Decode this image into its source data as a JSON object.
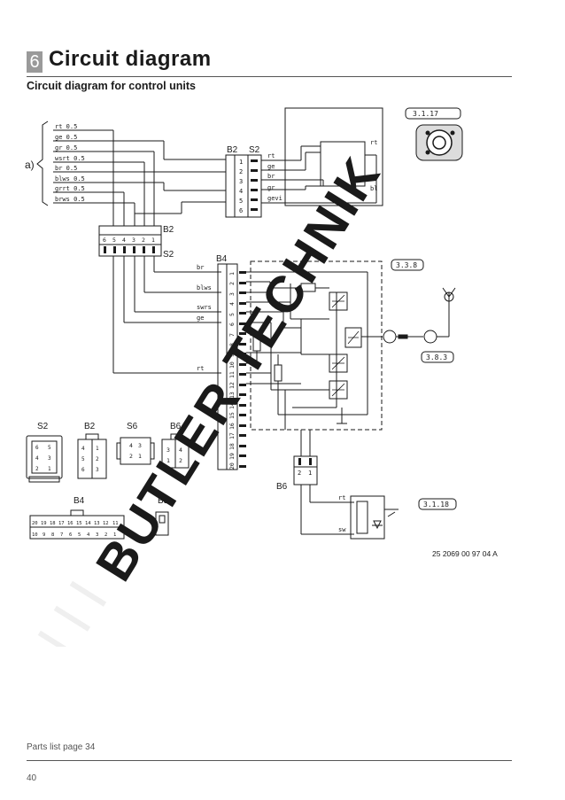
{
  "header": {
    "section_number": "6",
    "title": "Circuit diagram"
  },
  "subtitle": "Circuit diagram for control units",
  "wire_labels": [
    "rt 0.5",
    "ge 0.5",
    "gr 0.5",
    "wsrt 0.5",
    "br 0.5",
    "blws 0.5",
    "grrt 0.5",
    "brws 0.5"
  ],
  "bracket_label": "a)",
  "connectors": {
    "b2": "B2",
    "s2": "S2",
    "b4": "B4",
    "b5": "B5",
    "b6": "B6",
    "s6": "S6"
  },
  "s2_wire_labels": [
    "rt",
    "ge",
    "br",
    "gr",
    "gevi"
  ],
  "pin_digits_desc": [
    "6",
    "5",
    "4",
    "3",
    "2",
    "1"
  ],
  "pin_digits_asc": [
    "1",
    "2",
    "3",
    "4",
    "5",
    "6"
  ],
  "b4_pins": [
    "1",
    "2",
    "3",
    "4",
    "5",
    "6",
    "7",
    "8",
    "9",
    "10",
    "11",
    "12",
    "13",
    "14",
    "15",
    "16",
    "17",
    "18",
    "19",
    "20"
  ],
  "b4_wire_labels": [
    "br",
    "blws",
    "swrs",
    "ge",
    "rt"
  ],
  "b6_pins": [
    "2",
    "1"
  ],
  "b6_wire_labels": [
    "rt",
    "sw"
  ],
  "component_labels": [
    "rt",
    "bl"
  ],
  "refs": [
    "3.1.17",
    "3.3.8",
    "3.8.3",
    "3.1.18"
  ],
  "watermark": "BUTLER TECHNIK",
  "b4_grid_top": [
    "20",
    "19",
    "18",
    "17",
    "16",
    "15",
    "14",
    "13",
    "12",
    "11"
  ],
  "b4_grid_bottom": [
    "10",
    "9",
    "8",
    "7",
    "6",
    "5",
    "4",
    "3",
    "2",
    "1"
  ],
  "s6_digits": [
    "4",
    "3",
    "2",
    "1"
  ],
  "drawing_code": "25 2069 00 97 04 A",
  "parts_ref": "Parts list page 34",
  "page_number": "40"
}
